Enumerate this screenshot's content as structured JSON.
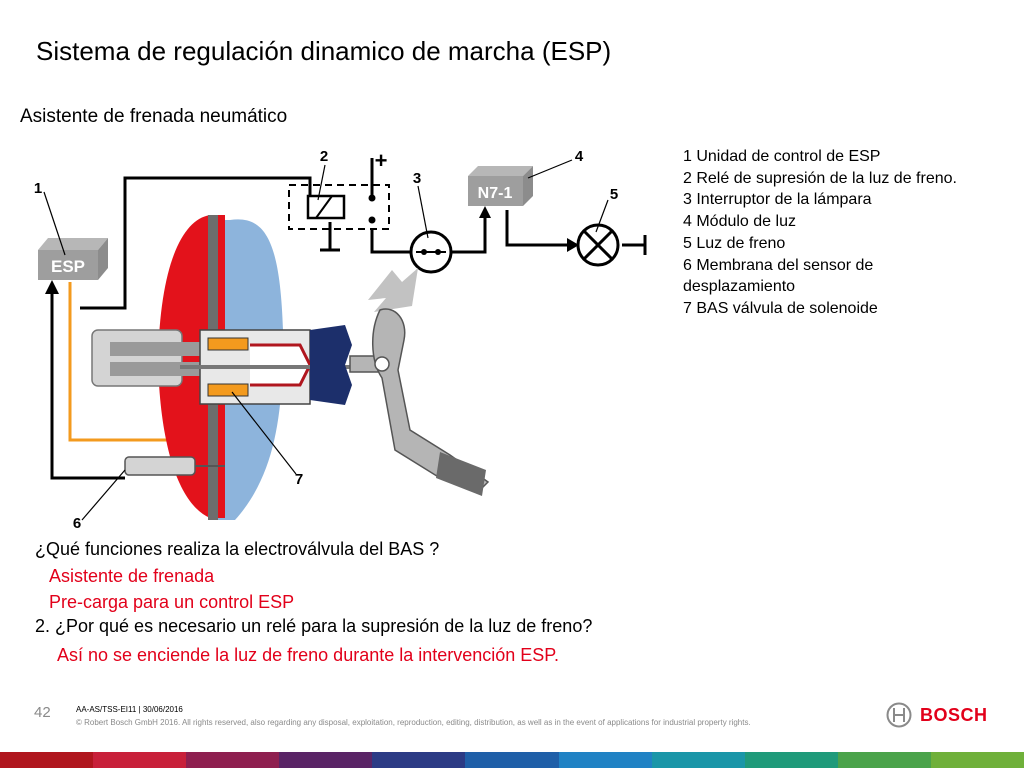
{
  "slide": {
    "title": "Sistema de regulación dinamico de marcha (ESP)",
    "subtitle": "Asistente de frenada neumático"
  },
  "legend": [
    "1 Unidad de control de ESP",
    "2 Relé de supresión de la luz de freno.",
    "3 Interruptor de la lámpara",
    "4 Módulo de luz",
    "5 Luz de freno",
    "6 Membrana del sensor de desplazamiento",
    "7 BAS válvula de solenoide"
  ],
  "diagram": {
    "esp_label": "ESP",
    "module_label": "N7-1",
    "plus_sign": "+",
    "callouts": [
      "1",
      "2",
      "3",
      "4",
      "5",
      "6",
      "7"
    ]
  },
  "questions": {
    "q1": "¿Qué funciones realiza la electroválvula del BAS ?",
    "q1_answers": [
      "Asistente de frenada",
      "Pre-carga para un control ESP"
    ],
    "q2": "2. ¿Por qué es necesario un relé para la supresión de la luz de freno?",
    "q2_answer": "Así no se enciende la luz de freno durante la intervención ESP."
  },
  "footer": {
    "page_number": "42",
    "doc_id": "AA-AS/TSS-EI11 | 30/06/2016",
    "copyright": "© Robert Bosch GmbH 2016. All rights reserved, also regarding any disposal, exploitation, reproduction, editing, distribution, as well as in the event of applications for industrial property rights.",
    "brand": "BOSCH"
  },
  "colors": {
    "accent_red": "#e2001a",
    "booster_red": "#e3121b",
    "booster_blue": "#8db4dc",
    "bellows_navy": "#1c2f6b",
    "hydraulic_orange": "#f39a1e",
    "stripe": [
      "#b0161e",
      "#c8203a",
      "#8e1f4f",
      "#5a2466",
      "#2c3b85",
      "#1f5fa8",
      "#2082c4",
      "#1a96a8",
      "#1f9a7a",
      "#4aa34a",
      "#6fb03a"
    ]
  }
}
